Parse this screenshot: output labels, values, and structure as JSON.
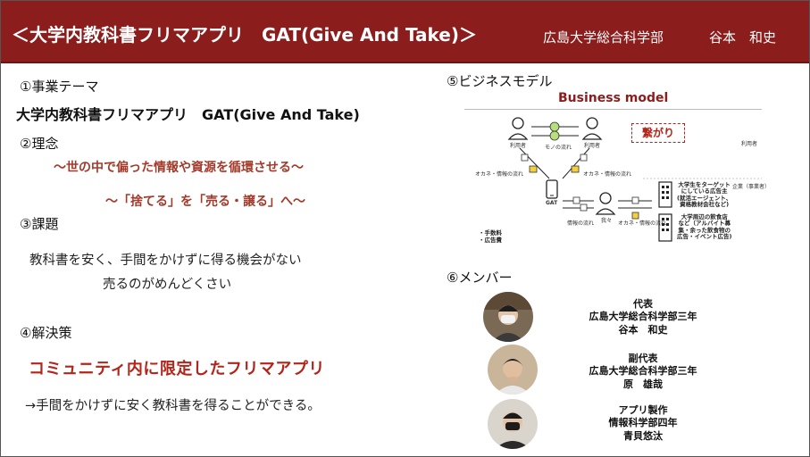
{
  "header": {
    "title": "＜大学内教科書フリマアプリ　GAT(Give And Take)＞",
    "affiliation": "広島大学総合科学部",
    "author": "谷本　和史"
  },
  "left": {
    "theme": {
      "heading": "①事業テーマ",
      "text": "大学内教科書フリマアプリ　GAT(Give And Take)"
    },
    "philosophy": {
      "heading": "②理念",
      "line1": "～世の中で偏った情報や資源を循環させる～",
      "line2": "～「捨てる」を「売る・譲る」へ～"
    },
    "issue": {
      "heading": "③課題",
      "line1": "教科書を安く、手間をかけずに得る機会がない",
      "line2": "売るのがめんどくさい"
    },
    "solution": {
      "heading": "④解決策",
      "highlight": "コミュニティ内に限定したフリマアプリ",
      "text": "→手間をかけずに安く教科書を得ることができる。"
    }
  },
  "business": {
    "heading": "⑤ビジネスモデル",
    "title": "Business model",
    "user_left": "利用者",
    "user_right": "利用者",
    "goods_flow": "モノの流れ",
    "tsunagari": "繋がり",
    "user_far": "利用者",
    "money_info_left": "オカネ・情報の流れ",
    "money_info_right": "オカネ・情報の流れ",
    "gat": "GAT",
    "info_flow": "情報の流れ",
    "us": "我々",
    "money_info_bottom": "オカネ・情報の流れ",
    "advertiser_side": "企業（事業者）",
    "ad_target": [
      "大学生をターゲット",
      "にしている広告主",
      "(就活エージェント、",
      "資格教材会社など)"
    ],
    "ad_local": [
      "大学周辺の飲食店",
      "など（アルバイト募",
      "集・余った飲食物の",
      "広告・イベント広告)"
    ],
    "legend": [
      "・手数料",
      "・広告費"
    ]
  },
  "members": {
    "heading": "⑥メンバー",
    "list": [
      {
        "role": "代表",
        "affil": "広島大学総合科学部三年",
        "name": "谷本　和史"
      },
      {
        "role": "副代表",
        "affil": "広島大学総合科学部三年",
        "name": "原　雄哉"
      },
      {
        "role": "アプリ製作",
        "affil": "情報科学部四年",
        "name": "青貝悠汰"
      }
    ]
  },
  "colors": {
    "header_bg": "#8b1d1d",
    "accent_red": "#b2251b",
    "philosophy_text": "#a33a2a"
  }
}
